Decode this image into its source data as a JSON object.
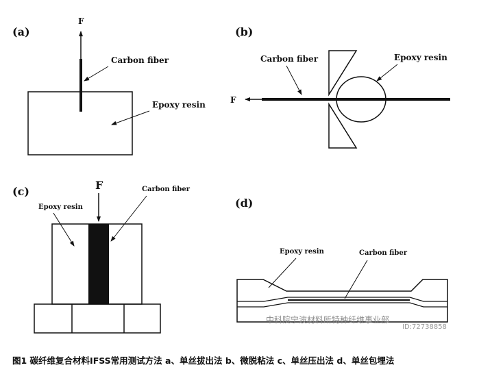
{
  "panels": {
    "a": {
      "tag": "(a)",
      "force": "F",
      "fiber": "Carbon fiber",
      "resin": "Epoxy resin"
    },
    "b": {
      "tag": "(b)",
      "force": "F",
      "fiber": "Carbon fiber",
      "resin": "Epoxy resin"
    },
    "c": {
      "tag": "(c)",
      "force": "F",
      "fiber": "Carbon fiber",
      "resin": "Epoxy resin"
    },
    "d": {
      "tag": "(d)",
      "fiber": "Carbon fiber",
      "resin": "Epoxy resin"
    }
  },
  "caption": "图1  碳纤维复合材料IFSS常用测试方法  a、单丝拔出法    b、微脱粘法    c、单丝压出法    d、单丝包埋法",
  "watermark": {
    "text": "中科院宁波材料所特种纤维事业部",
    "id": "ID:72738858"
  },
  "colors": {
    "ink": "#111111",
    "background": "#ffffff"
  }
}
